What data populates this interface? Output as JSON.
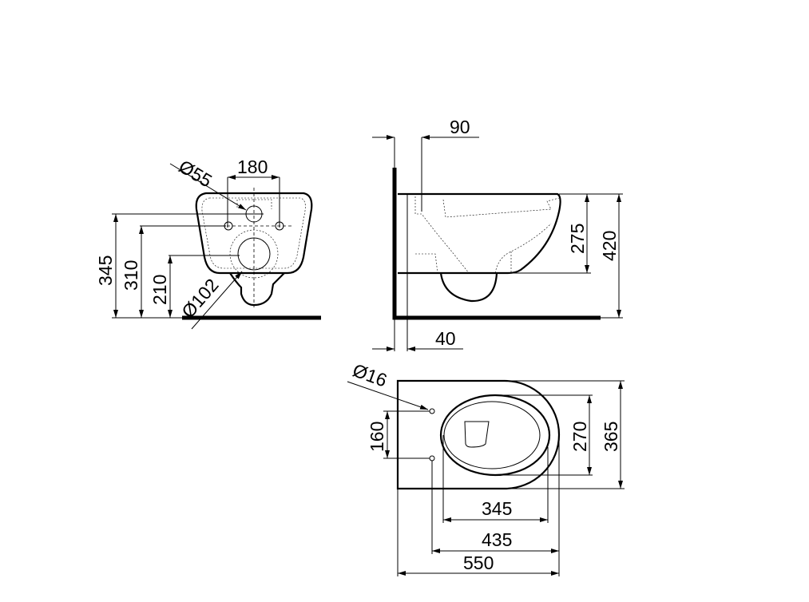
{
  "front_view": {
    "pipe_diameter": "Ø55",
    "hole_spacing": "180",
    "height_inlet": "345",
    "height_holes": "310",
    "height_outlet": "210",
    "outlet_diameter": "Ø102"
  },
  "side_view": {
    "inlet_offset": "90",
    "wall_gap": "40",
    "bowl_height": "275",
    "total_height": "420"
  },
  "top_view": {
    "hole_diameter": "Ø16",
    "hole_spacing": "160",
    "seat_width": "270",
    "total_width": "365",
    "seat_length": "345",
    "hole_to_front": "435",
    "total_length": "550"
  }
}
